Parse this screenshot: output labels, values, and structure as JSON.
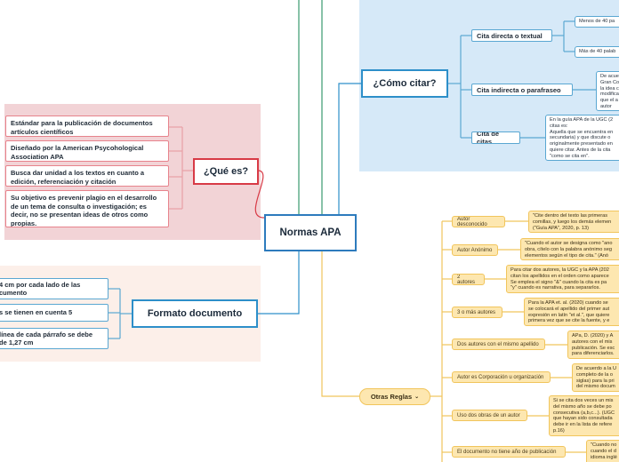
{
  "colors": {
    "central_border": "#2d7bbd",
    "que_es_region": "#f2d3d6",
    "que_es_border": "#d83a46",
    "formato_region": "#fcefe9",
    "como_region": "#d6e9f8",
    "otras_fill": "#fde7b0",
    "branch_green": "#3a9a6e",
    "branch_orange": "#f1c55c"
  },
  "central": {
    "label": "Normas APA"
  },
  "que_es": {
    "title": "¿Qué es?",
    "items": [
      "Estándar para la publicación de documentos artículos científicos",
      "Diseñado por la American Psycohological Association APA",
      "Busca dar unidad a los textos en cuanto a edición, referenciación y citación",
      "Su objetivo es prevenir plagio en el desarrollo de un tema de consulta o investigación; es decir, no se presentan ideas de otros como propias."
    ]
  },
  "formato": {
    "title": "Formato documento",
    "items": [
      "4 cm por cada lado de las\ncumento",
      "s se tienen en cuenta 5",
      "línea de cada párrafo se debe\nde 1,27 cm"
    ]
  },
  "como_citar": {
    "title": "¿Cómo citar?",
    "branches": [
      {
        "label": "Cita directa o textual",
        "leaves": [
          "Menos de 40 pa",
          "Más de 40 palab"
        ]
      },
      {
        "label": "Cita indirecta o parafraseo",
        "leaves": [
          "De acue\nGran Co\nla idea c\nmodifica\nque el a\nautor"
        ]
      },
      {
        "label": "Cita de citas",
        "leaves": [
          "En la guía APA de la UGC (2\ncitas es:\nAquella que se encuentra en\nsecundaria) y que discute o\noriginalmente presentado en\nquiere citar. Antes de la cita\n\"como se cita en\"."
        ]
      }
    ]
  },
  "otras_reglas": {
    "title": "Otras Reglas",
    "rules": [
      {
        "label": "Autor desconocido",
        "leaf": "\"Cite dentro del texto las primeras\ncomillas, y luego los demás elemen\n(\"Guía APA\", 2020, p. 13)"
      },
      {
        "label": "Autor Anónimo",
        "leaf": "\"Cuando el autor se designa como \"ano\nobra, cítelo con la palabra anónimo seg\nelementos según el tipo de cita.\" (Anó"
      },
      {
        "label": "2 autores",
        "leaf": "Para citar dos autores, la UGC y la APA (202\ncitan los apellidos en el orden como aparece\nSe emplea el signo \"&\" cuando la cita es pa\n\"y\" cuando es narrativa, para separarlos."
      },
      {
        "label": "3 o más autores",
        "leaf": "Para la APA et. al. (2020) cuando se\nse colocará el apellido del primer aut\nexpresión en latín \"et al.\", que quiere\nprimera vez que se cite la fuente, y e"
      },
      {
        "label": "Dos autores con el mismo apellido",
        "leaf": "APa, D. (2020) y A\nautores con el mis\npublicación. Se esc\npara diferenciarlos."
      },
      {
        "label": "Autor es Corporación u organización",
        "leaf": "De acuerdo a la U\ncompleto de la o\nsiglas) para la pri\ndel mismo docum"
      },
      {
        "label": "Uso dos obras de un autor",
        "leaf": "Si se cita dos veces un mis\ndel mismo año se debe po\nconsecutiva (a,b,c...). (UGC\nque hayan sido consultada\ndebe ir en la lista de refere\np.16)"
      },
      {
        "label": "El documento no tiene año de publicación",
        "leaf": "\"Cuando no\ncuando el d\nidioma inglé"
      }
    ]
  }
}
